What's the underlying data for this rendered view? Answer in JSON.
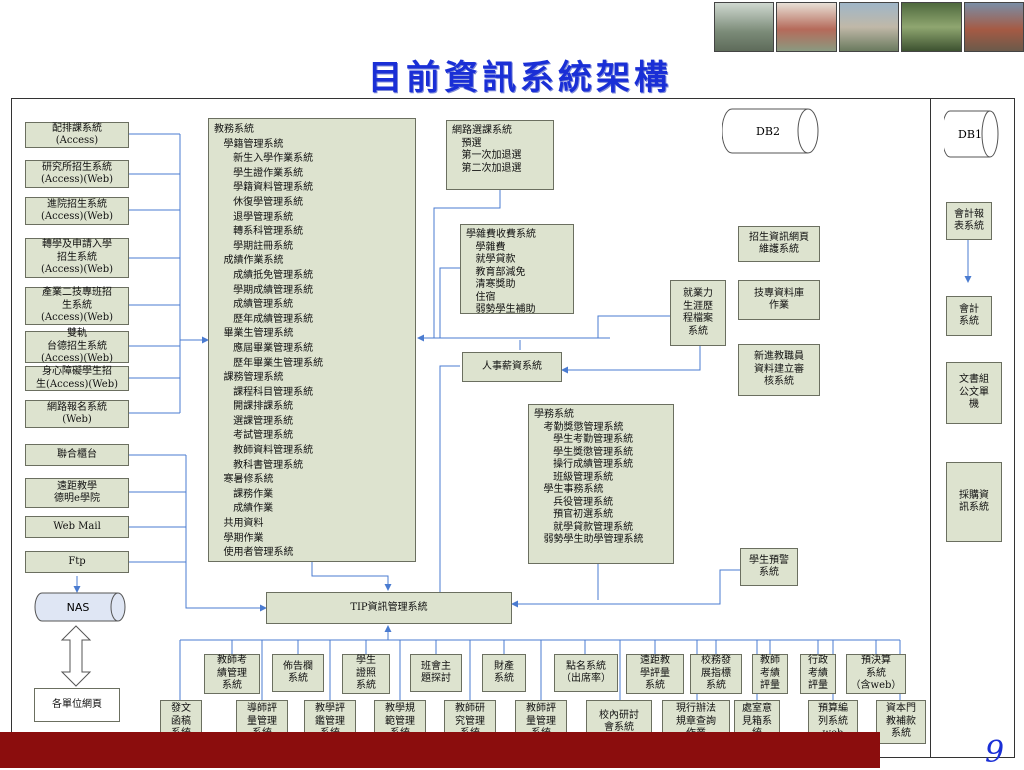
{
  "title": "目前資訊系統架構",
  "page_number": "9",
  "colors": {
    "box_fill": "#dde3cf",
    "box_border": "#6b6f60",
    "wire": "#4a7bd0",
    "title": "#1a2fd6",
    "footer": "#8b0d0d"
  },
  "left_column": [
    {
      "id": "l1",
      "label": "配排課系統\n(Access)"
    },
    {
      "id": "l2",
      "label": "研究所招生系統\n(Access)(Web)"
    },
    {
      "id": "l3",
      "label": "進院招生系統\n(Access)(Web)"
    },
    {
      "id": "l4",
      "label": "轉學及申請入學\n招生系統\n(Access)(Web)"
    },
    {
      "id": "l5",
      "label": "產業二技專班招\n生系統\n(Access)(Web)"
    },
    {
      "id": "l6",
      "label": "雙軌\n台德招生系統\n(Access)(Web)"
    },
    {
      "id": "l7",
      "label": "身心障礙學生招\n生(Access)(Web)"
    },
    {
      "id": "l8",
      "label": "網路報名系統\n(Web)"
    },
    {
      "id": "l9",
      "label": "聯合櫃台"
    },
    {
      "id": "l10",
      "label": "遠距教學\n德明e學院"
    },
    {
      "id": "l11",
      "label": "Web Mail"
    },
    {
      "id": "l12",
      "label": "Ftp"
    }
  ],
  "nas_label": "NAS",
  "unit_pages": "各單位網頁",
  "academic_box": "教務系統\n   學籍管理系統\n      新生入學作業系統\n      學生證作業系統\n      學籍資料管理系統\n      休復學管理系統\n      退學管理系統\n      轉系科管理系統\n      學期註冊系統\n   成績作業系統\n      成績抵免管理系統\n      學期成績管理系統\n      成績管理系統\n      歷年成績管理系統\n   畢業生管理系統\n      應屆畢業管理系統\n      歷年畢業生管理系統\n   課務管理系統\n      課程科目管理系統\n      開課排課系統\n      選課管理系統\n      考試管理系統\n      教師資料管理系統\n      教科書管理系統\n   寒暑修系統\n      課務作業\n      成績作業\n   共用資料\n   學期作業\n   使用者管理系統",
  "course_select_box": "網路選課系統\n   預選\n   第一次加退選\n   第二次加退選",
  "fee_box": "學雜費收費系統\n   學雜費\n   就學貸款\n   教育部減免\n   清寒獎助\n   住宿\n   弱勢學生補助",
  "db2_label": "DB2",
  "db1_label": "DB1",
  "recruit_web": "招生資訊網頁\n維護系統",
  "hr_box": "人事薪資系統",
  "employ_box": "就業力\n生涯歷\n程檔案\n系統",
  "tech_db": "技專資料庫\n作業",
  "new_staff": "新進教職員\n資料建立審\n核系統",
  "student_affairs": "學務系統\n   考勤獎懲管理系統\n      學生考勤管理系統\n      學生獎懲管理系統\n      操行成績管理系統\n      班級管理系統\n   學生事務系統\n      兵役管理系統\n      預官初選系統\n      就學貸款管理系統\n   弱勢學生助學管理系統",
  "warning_box": "學生預警\n系統",
  "tip_box": "TIP資訊管理系統",
  "right_column": [
    {
      "id": "r1",
      "label": "會計報\n表系統"
    },
    {
      "id": "r2",
      "label": "會計\n系統"
    },
    {
      "id": "r3",
      "label": "文書組\n公文單\n機"
    },
    {
      "id": "r4",
      "label": "採購資\n訊系統"
    }
  ],
  "bottom_top_row": [
    {
      "id": "t1",
      "label": "教師考\n績管理\n系統"
    },
    {
      "id": "t2",
      "label": "佈告欄\n系統"
    },
    {
      "id": "t3",
      "label": "學生\n證照\n系統"
    },
    {
      "id": "t4",
      "label": "班會主\n題探討"
    },
    {
      "id": "t5",
      "label": "財產\n系統"
    },
    {
      "id": "t6",
      "label": "點名系統\n（出席率）"
    },
    {
      "id": "t7",
      "label": "遠距教\n學評量\n系統"
    },
    {
      "id": "t8",
      "label": "校務發\n展指標\n系統"
    },
    {
      "id": "t9",
      "label": "教師\n考績\n評量"
    },
    {
      "id": "t10",
      "label": "行政\n考績\n評量"
    },
    {
      "id": "t11",
      "label": "預決算\n系統\n（含web）"
    }
  ],
  "bottom_row": [
    {
      "id": "b1",
      "label": "發文\n函稿\n系統"
    },
    {
      "id": "b2",
      "label": "導師評\n量管理\n系統"
    },
    {
      "id": "b3",
      "label": "教學評\n鑑管理\n系統"
    },
    {
      "id": "b4",
      "label": "教學規\n範管理\n系統"
    },
    {
      "id": "b5",
      "label": "教師研\n究管理\n系統"
    },
    {
      "id": "b6",
      "label": "教師評\n量管理\n系統"
    },
    {
      "id": "b7",
      "label": "校內研討\n會系統"
    },
    {
      "id": "b8",
      "label": "現行辦法\n規章查詢\n作業"
    },
    {
      "id": "b9",
      "label": "處室意\n見箱系\n統"
    },
    {
      "id": "b10",
      "label": "預算編\n列系統\nweb"
    },
    {
      "id": "b11",
      "label": "資本門\n教補款\n系統"
    }
  ]
}
